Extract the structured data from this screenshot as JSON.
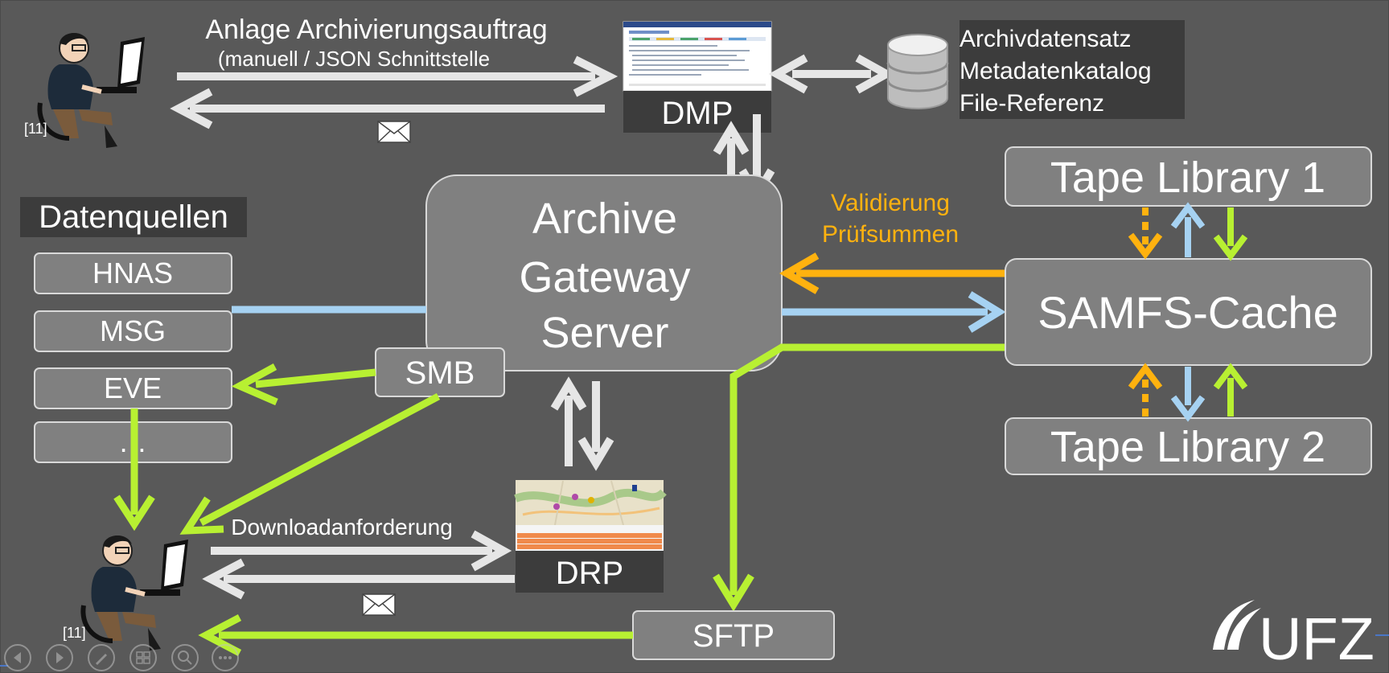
{
  "top": {
    "upload_line1": "Anlage Archivierungsauftrag",
    "upload_line2": "(manuell / JSON Schnittstelle",
    "user_ref_top": "[11]",
    "user_ref_bottom": "[11]"
  },
  "dmp": {
    "label": "DMP"
  },
  "drp": {
    "label": "DRP"
  },
  "database_info": [
    "Archivdatensatz",
    "Metadatenkatalog",
    "File-Referenz"
  ],
  "sources": {
    "title": "Datenquellen",
    "items": [
      "HNAS",
      "MSG",
      "EVE",
      "…"
    ]
  },
  "gateway": {
    "lines": [
      "Archive",
      "Gateway",
      "Server"
    ]
  },
  "smb": {
    "label": "SMB"
  },
  "sftp": {
    "label": "SFTP"
  },
  "validation": {
    "line1": "Validierung",
    "line2": "Prüfsummen"
  },
  "storage": {
    "tape1": "Tape Library 1",
    "cache": "SAMFS-Cache",
    "tape2": "Tape Library 2"
  },
  "download": {
    "label": "Downloadanforderung"
  },
  "logo": {
    "text": "UFZ"
  },
  "colors": {
    "background": "#595959",
    "white_arrow": "#e6e6e6",
    "green_arrow": "#b8f032",
    "blue_arrow": "#a6d2f2",
    "orange_arrow": "#ffb20f",
    "box_fill": "#808080",
    "dark_label": "#3c3c3c"
  },
  "icons": [
    "person-at-computer-icon",
    "envelope-icon",
    "database-icon",
    "ufz-logo-icon",
    "map-thumbnail-icon"
  ]
}
